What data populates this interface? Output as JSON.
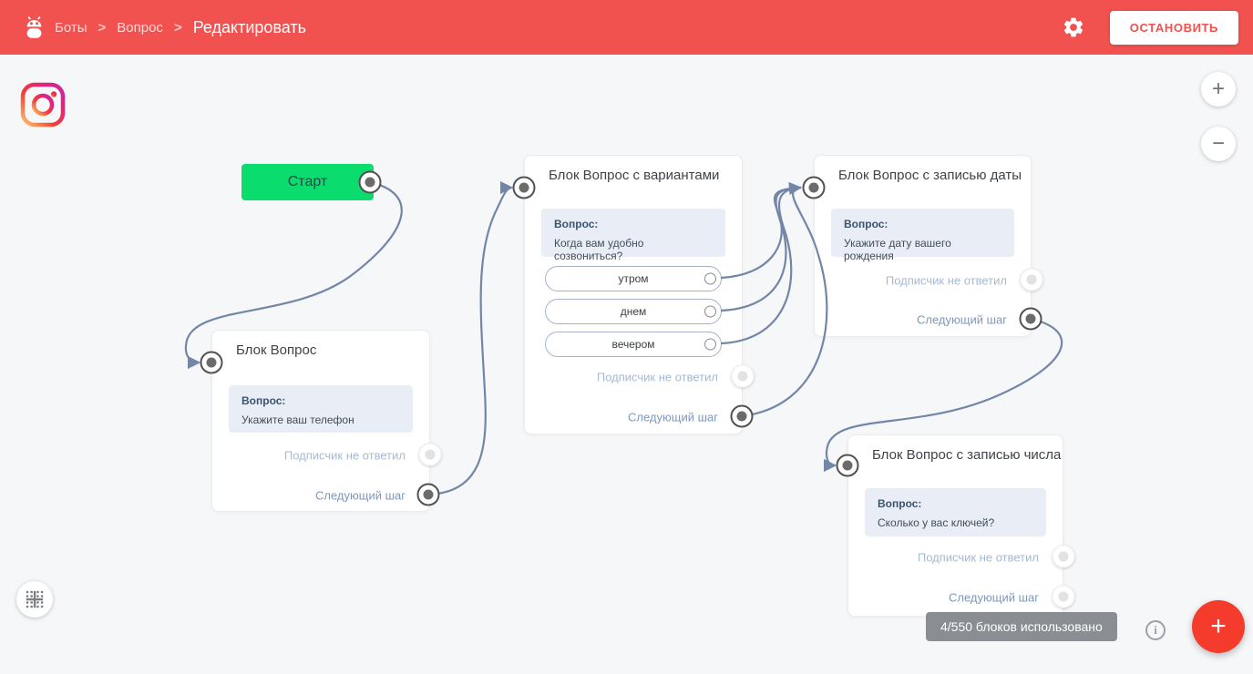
{
  "header": {
    "breadcrumb": {
      "items": [
        "Боты",
        "Вопрос",
        "Редактировать"
      ],
      "separator": ">"
    },
    "stop_button_label": "ОСТАНОВИТЬ"
  },
  "zoom_controls": {
    "zoom_in": "+",
    "zoom_out": "−"
  },
  "blocks": {
    "start": {
      "title": "Старт"
    },
    "question": {
      "title": "Блок Вопрос",
      "label": "Вопрос:",
      "text": "Укажите ваш телефон",
      "no_answer": "Подписчик не ответил",
      "next_step": "Следующий шаг"
    },
    "variants": {
      "title": "Блок Вопрос с вариантами",
      "label": "Вопрос:",
      "text": "Когда вам удобно созвониться?",
      "options": [
        "утром",
        "днем",
        "вечером"
      ],
      "no_answer": "Подписчик не ответил",
      "next_step": "Следующий шаг"
    },
    "date": {
      "title": "Блок Вопрос с записью даты",
      "label": "Вопрос:",
      "text": "Укажите дату вашего рождения",
      "no_answer": "Подписчик не ответил",
      "next_step": "Следующий шаг"
    },
    "number": {
      "title": "Блок Вопрос с записью числа",
      "label": "Вопрос:",
      "text": "Сколько у вас ключей?",
      "no_answer": "Подписчик не ответил",
      "next_step": "Следующий шаг"
    }
  },
  "status": {
    "usage_text": "4/550 блоков использовано",
    "info_glyph": "i"
  },
  "fab": {
    "label": "+"
  },
  "colors": {
    "header_red": "#f1514f",
    "fab_red": "#f43b2c",
    "start_green": "#0bdc6e",
    "connector_line": "#7286a8",
    "panel_bg": "#e9eef6"
  }
}
